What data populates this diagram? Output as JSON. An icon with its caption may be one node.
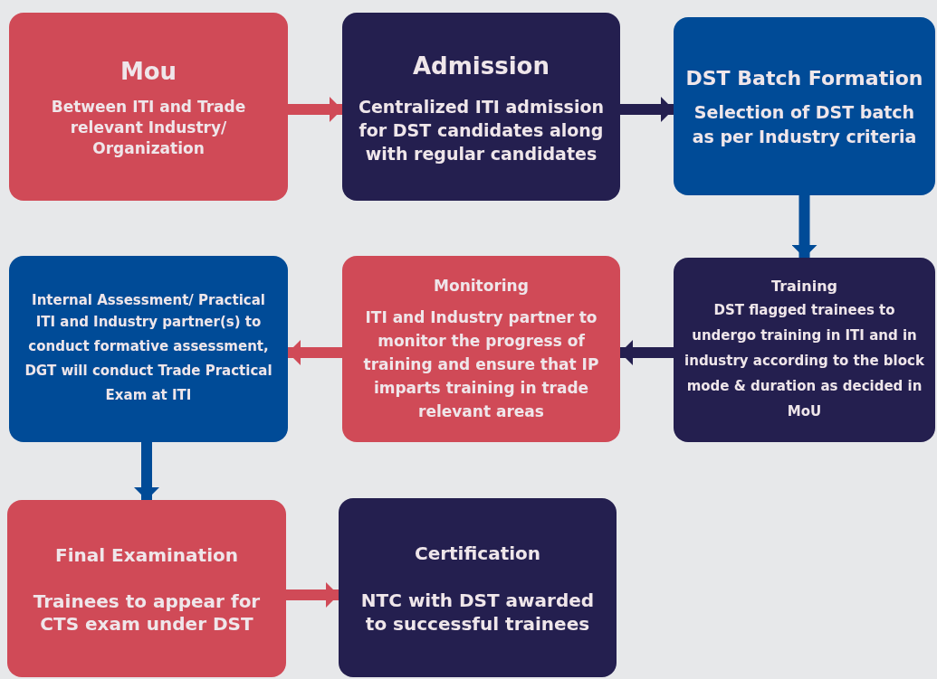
{
  "diagram": {
    "nodes": [
      {
        "text": [
          "Mou",
          "Between ITI and Trade relevant Industry/ Organization"
        ]
      },
      {
        "text": [
          "Admission",
          "Centralized ITI admission for DST candidates along with regular candidates"
        ]
      },
      {
        "text": [
          "DST Batch Formation",
          "Selection of DST batch as per Industry criteria"
        ]
      },
      {
        "text": [
          "Training",
          "DST flagged trainees to undergo training in ITI and in industry according to the block mode & duration as decided in MoU"
        ]
      },
      {
        "text": [
          "Monitoring",
          "ITI and Industry partner to monitor the progress of training and ensure that IP imparts training in trade relevant areas"
        ]
      },
      {
        "text": [
          "Internal Assessment/ Practical",
          "ITI and Industry partner(s) to conduct formative assessment, DGT will conduct Trade Practical Exam at ITI"
        ]
      },
      {
        "text": [
          "Final Examination",
          "Trainees to appear for CTS exam under DST"
        ]
      },
      {
        "text": [
          "Certification",
          "NTC with DST awarded to successful trainees"
        ]
      }
    ],
    "edges": [
      {
        "from": 0,
        "to": 1,
        "arrow": "to"
      },
      {
        "from": 1,
        "to": 2,
        "arrow": "to",
        "color": "#241f4f"
      },
      {
        "from": 2,
        "to": 3,
        "arrow": "to",
        "color": "#004b97"
      },
      {
        "from": 3,
        "to": 4,
        "arrow": "to",
        "color": "#241f4f"
      },
      {
        "from": 4,
        "to": 5,
        "arrow": "to"
      },
      {
        "from": 5,
        "to": 6,
        "arrow": "to",
        "color": "#004b97"
      },
      {
        "from": 6,
        "to": 7,
        "arrow": "to"
      }
    ]
  }
}
